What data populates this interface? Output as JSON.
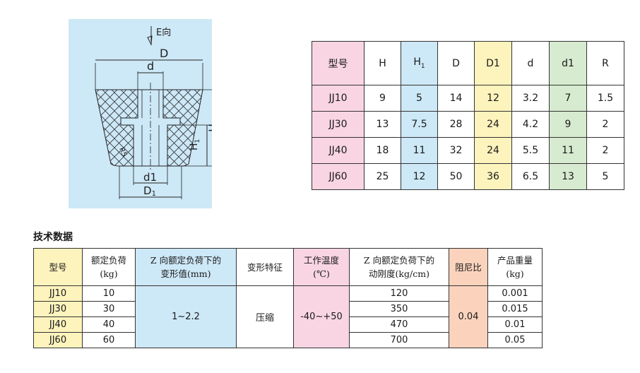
{
  "diagram": {
    "e_dir": "E向",
    "D": "D",
    "d": "d",
    "H": "H",
    "H1": "H",
    "H1_sub": "1",
    "R5": "R5",
    "d1": "d1",
    "D1": "D",
    "D1_sub": "1"
  },
  "dim_table": {
    "headers": [
      "型号",
      "H",
      "H",
      "D",
      "D1",
      "d",
      "d1",
      "R"
    ],
    "h1_sub": "1",
    "rows": [
      [
        "JJ10",
        "9",
        "5",
        "14",
        "12",
        "3.2",
        "7",
        "1.5"
      ],
      [
        "JJ30",
        "13",
        "7.5",
        "28",
        "24",
        "4.2",
        "9",
        "2"
      ],
      [
        "JJ40",
        "18",
        "11",
        "32",
        "24",
        "5.5",
        "11",
        "2"
      ],
      [
        "JJ60",
        "25",
        "12",
        "50",
        "36",
        "6.5",
        "13",
        "5"
      ]
    ]
  },
  "tech": {
    "title": "技术数据",
    "headers": {
      "model": "型号",
      "load_1": "额定负荷",
      "load_2": "(kg)",
      "deform_1": "Z 向额定负荷下的",
      "deform_2": "变形值(mm)",
      "feature": "变形特征",
      "temp_1": "工作温度",
      "temp_2": "(℃)",
      "stiff_1": "Z 向额定负荷下的",
      "stiff_2": "动刚度(kg/cm)",
      "damping": "阻尼比",
      "weight_1": "产品重量",
      "weight_2": "(kg)"
    },
    "rows": [
      {
        "model": "JJ10",
        "load": "10",
        "stiffness": "120",
        "weight": "0.001"
      },
      {
        "model": "JJ30",
        "load": "30",
        "stiffness": "350",
        "weight": "0.015"
      },
      {
        "model": "JJ40",
        "load": "40",
        "stiffness": "470",
        "weight": "0.01"
      },
      {
        "model": "JJ60",
        "load": "60",
        "stiffness": "700",
        "weight": "0.05"
      }
    ],
    "deformation": "1~2.2",
    "feature": "压缩",
    "temperature": "-40~+50",
    "damping": "0.04"
  },
  "colors": {
    "pink": "#f9d5e3",
    "blue": "#cde8f7",
    "yellow": "#fdf3bd",
    "green": "#d6ebcf",
    "orange": "#fbd3bd"
  }
}
